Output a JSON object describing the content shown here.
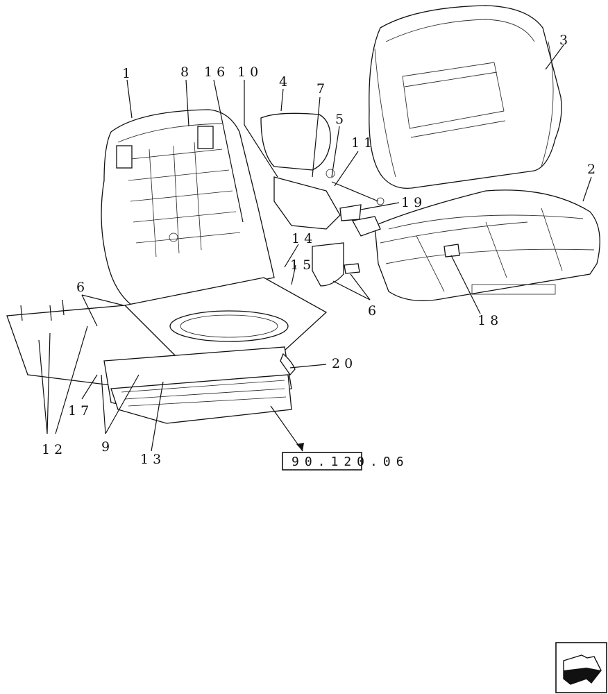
{
  "diagram": {
    "callouts": [
      "1",
      "8",
      "16",
      "10",
      "4",
      "7",
      "5",
      "11",
      "3",
      "2",
      "19",
      "14",
      "15",
      "6",
      "6",
      "18",
      "20",
      "17",
      "12",
      "9",
      "13"
    ],
    "reference_box": "90.120.06"
  }
}
